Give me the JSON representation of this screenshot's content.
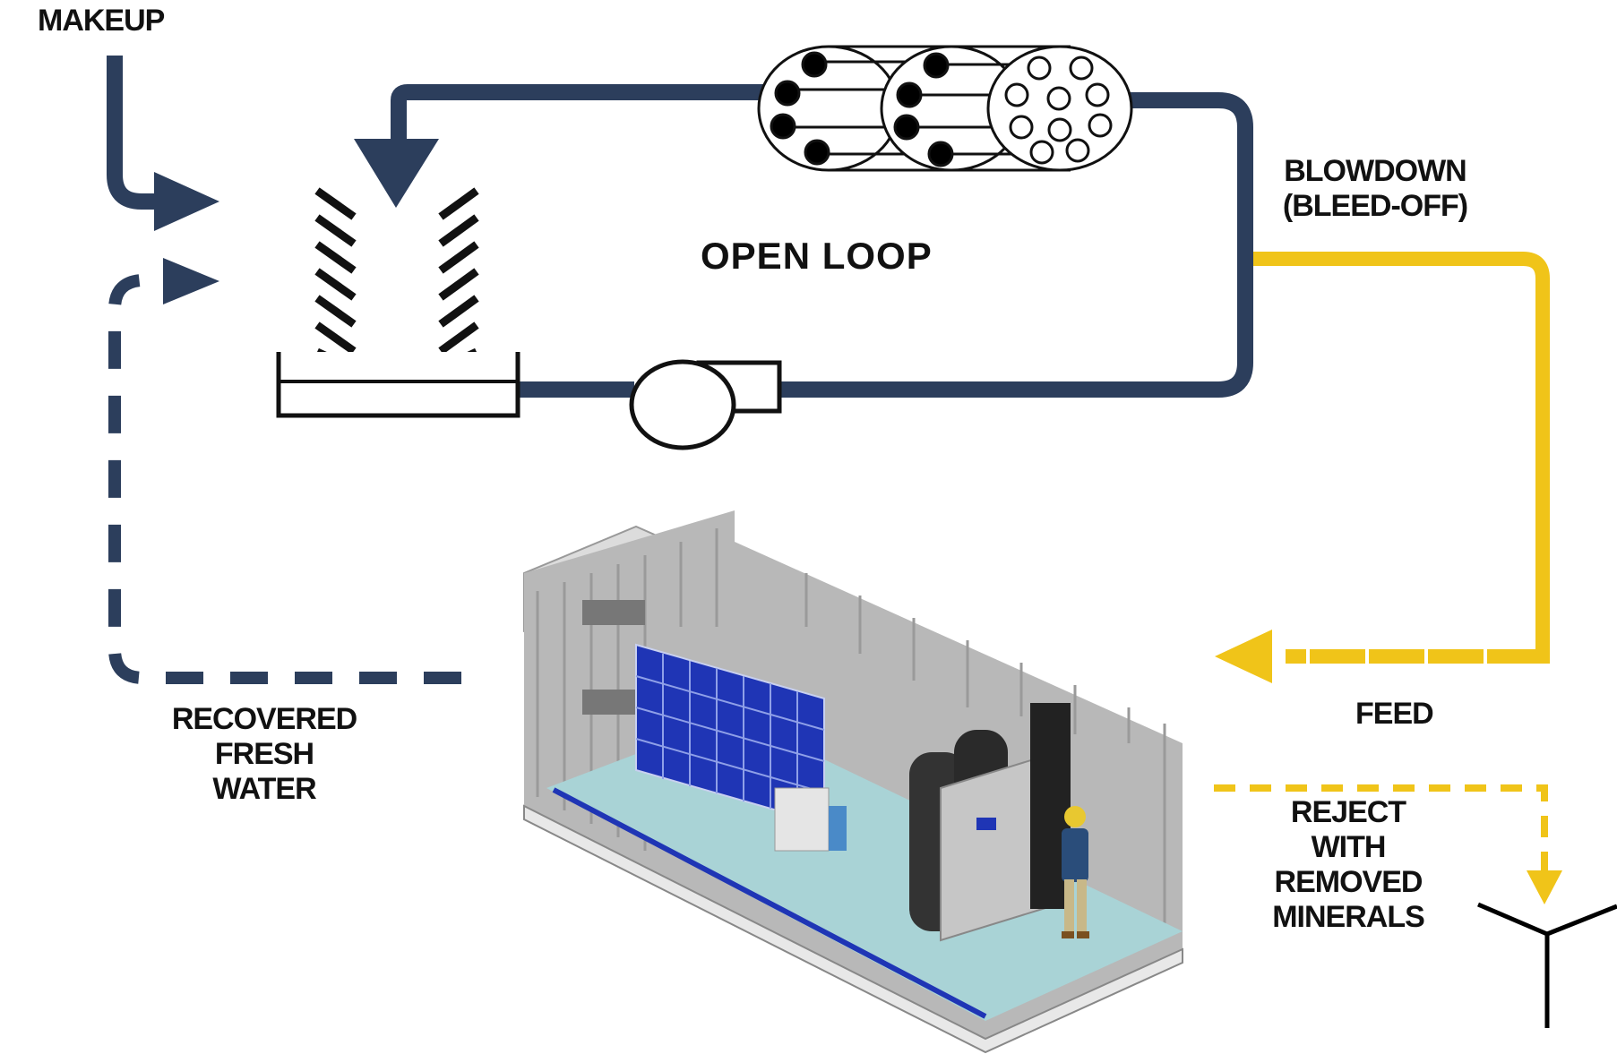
{
  "diagram": {
    "title": "Cooling tower open loop with blowdown recovery",
    "labels": {
      "makeup": "MAKEUP",
      "open_loop": "OPEN LOOP",
      "blowdown_line1": "BLOWDOWN",
      "blowdown_line2": "(BLEED-OFF)",
      "feed": "FEED",
      "recovered_line1": "RECOVERED",
      "recovered_line2": "FRESH",
      "recovered_line3": "WATER",
      "reject_line1": "REJECT",
      "reject_line2": "WITH",
      "reject_line3": "REMOVED",
      "reject_line4": "MINERALS"
    },
    "components": [
      "cooling-tower",
      "heat-exchanger",
      "pump",
      "treatment-container",
      "drain"
    ],
    "colors": {
      "loop_line": "#2c3e5c",
      "blowdown_line": "#f0c419",
      "container_floor": "#a9d3d6",
      "membrane_blue": "#1f35b5"
    }
  }
}
